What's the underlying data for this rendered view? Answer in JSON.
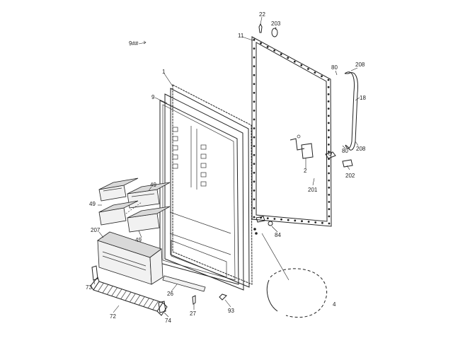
{
  "diagram": {
    "header_code": "9##",
    "part_labels": {
      "p1": "1",
      "p9": "9",
      "p11": "11",
      "p18": "18",
      "p2": "2",
      "p22": "22",
      "p26": "26",
      "p27": "27",
      "p49a": "49",
      "p49b": "49",
      "p49c": "49",
      "p72": "72",
      "p73": "73",
      "p74": "74",
      "p80a": "80",
      "p80b": "80",
      "p84": "84",
      "p93": "93",
      "p201": "201",
      "p202": "202",
      "p203": "203",
      "p207": "207",
      "p208a": "208",
      "p208b": "208"
    },
    "corner_mark": "4"
  }
}
